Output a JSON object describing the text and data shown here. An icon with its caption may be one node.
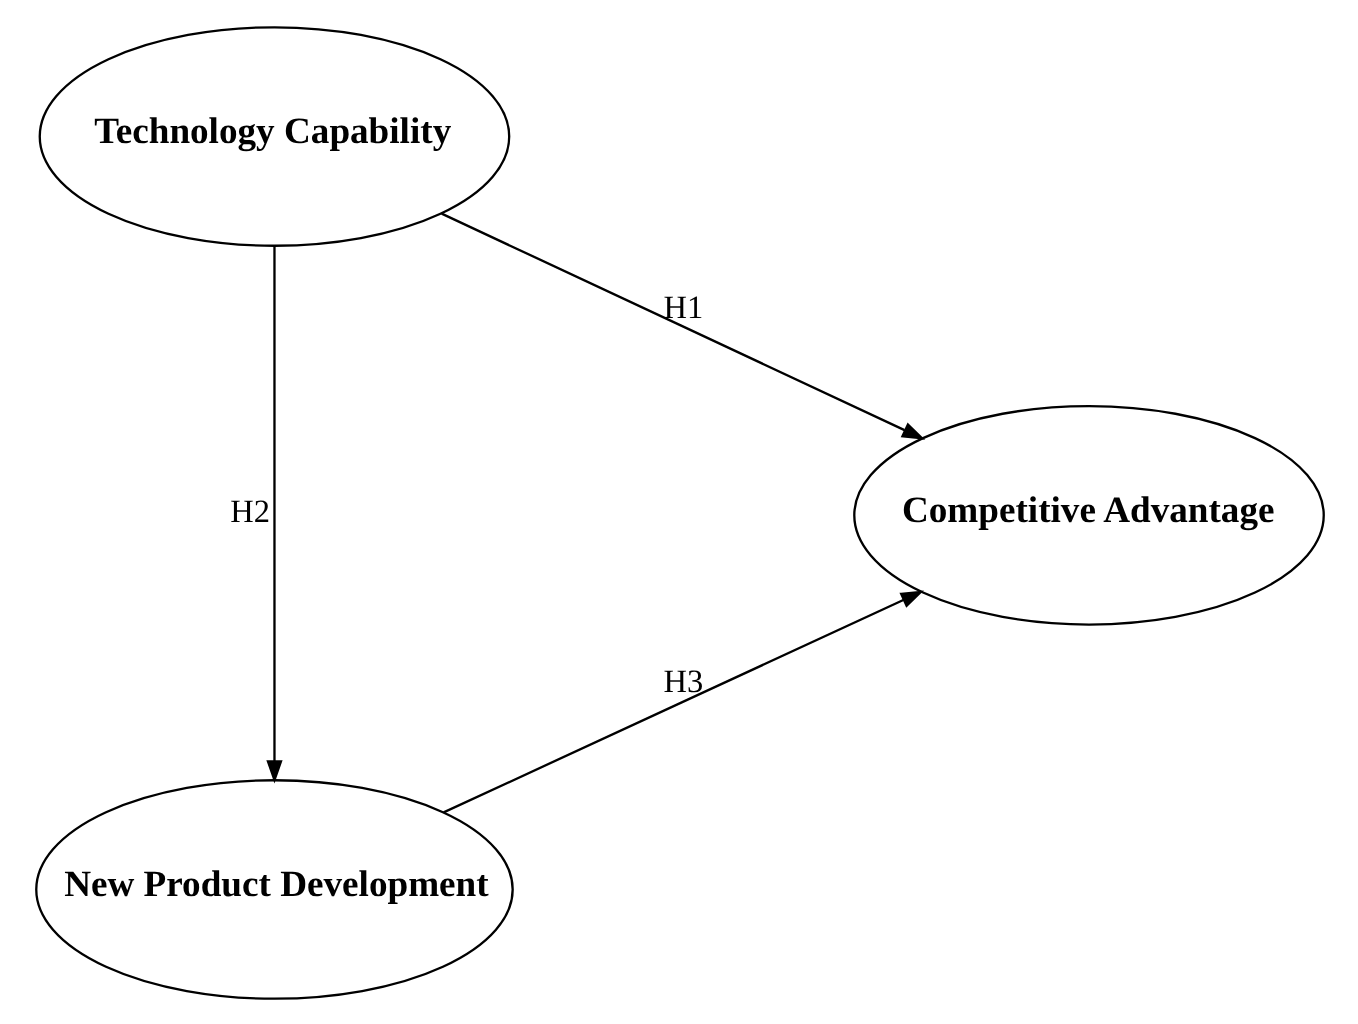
{
  "diagram": {
    "nodes": [
      {
        "text": [
          "Technology Capability"
        ]
      },
      {
        "text": [
          "Competitive Advantage"
        ]
      },
      {
        "text": [
          "New Product Development"
        ]
      }
    ],
    "edges": [
      {
        "from": 0,
        "to": 1,
        "arrow": "to",
        "label": "H1"
      },
      {
        "from": 0,
        "to": 2,
        "arrow": "to",
        "label": "H2"
      },
      {
        "from": 2,
        "to": 1,
        "arrow": "to",
        "label": "H3"
      }
    ]
  }
}
